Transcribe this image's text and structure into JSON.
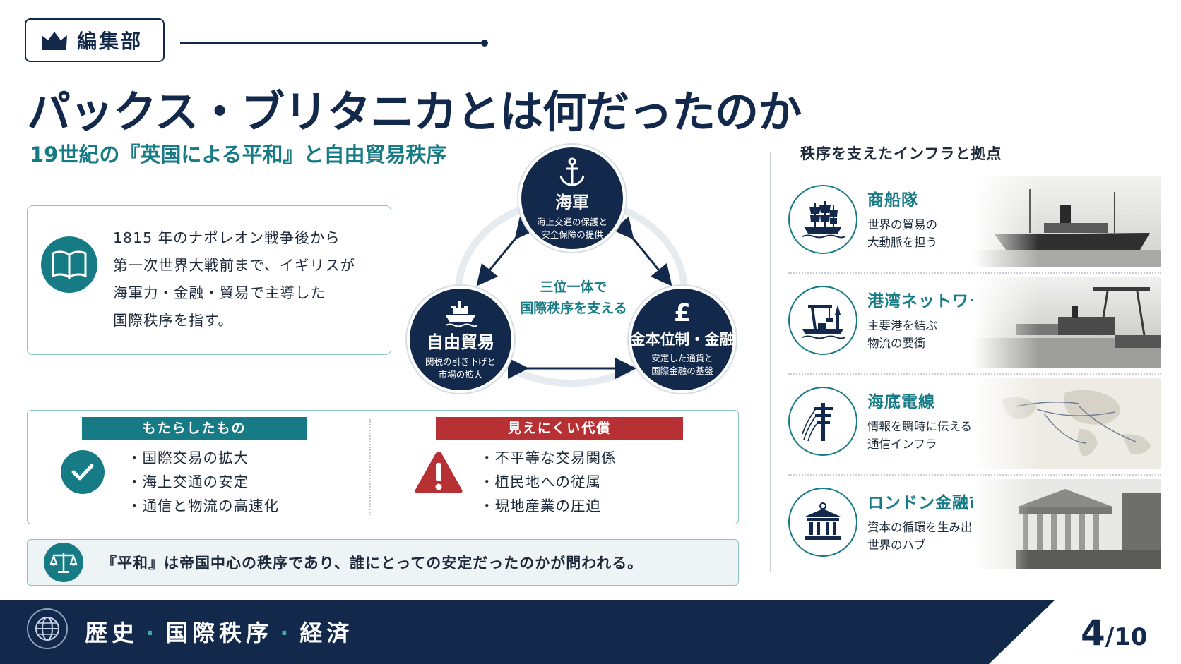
{
  "header": {
    "badge_label": "編集部",
    "title": "パックス・ブリタニカとは何だったのか",
    "subtitle": "19世紀の『英国による平和』と自由貿易秩序"
  },
  "definition": {
    "lines": [
      "1815 年のナポレオン戦争後から",
      "第一次世界大戦前まで、イギリスが",
      "海軍力・金融・貿易で主導した",
      "国際秩序を指す。"
    ]
  },
  "diagram": {
    "center_line1": "三位一体で",
    "center_line2": "国際秩序を支える",
    "navy": {
      "title": "海軍",
      "sub1": "海上交通の保護と",
      "sub2": "安全保障の提供"
    },
    "trade": {
      "title": "自由貿易",
      "sub1": "関税の引き下げと",
      "sub2": "市場の拡大"
    },
    "gold": {
      "symbol": "£",
      "title": "金本位制・金融",
      "sub1": "安定した通貨と",
      "sub2": "国際金融の基盤"
    }
  },
  "benefits": {
    "header": "もたらしたもの",
    "items": [
      "国際交易の拡大",
      "海上交通の安定",
      "通信と物流の高速化"
    ]
  },
  "costs": {
    "header": "見えにくい代償",
    "items": [
      "不平等な交易関係",
      "植民地への従属",
      "現地産業の圧迫"
    ]
  },
  "note": "『平和』は帝国中心の秩序であり、誰にとっての安定だったのかが問われる。",
  "infra": {
    "header": "秩序を支えたインフラと拠点",
    "items": [
      {
        "title": "商船隊",
        "line1": "世界の貿易の",
        "line2": "大動脈を担う",
        "icon": "ship-icon"
      },
      {
        "title": "港湾ネットワーク",
        "line1": "主要港を結ぶ",
        "line2": "物流の要衝",
        "icon": "port-crane-icon"
      },
      {
        "title": "海底電線",
        "line1": "情報を瞬時に伝える",
        "line2": "通信インフラ",
        "icon": "telegraph-pole-icon"
      },
      {
        "title": "ロンドン金融市場",
        "line1": "資本の循環を生み出す",
        "line2": "世界のハブ",
        "icon": "bank-icon"
      }
    ]
  },
  "footer": {
    "tag1": "歴史",
    "tag2": "国際秩序",
    "tag3": "経済",
    "page_current": "4",
    "page_total": "/10"
  },
  "colors": {
    "navy": "#13294b",
    "teal": "#167b85",
    "red": "#b73034"
  }
}
